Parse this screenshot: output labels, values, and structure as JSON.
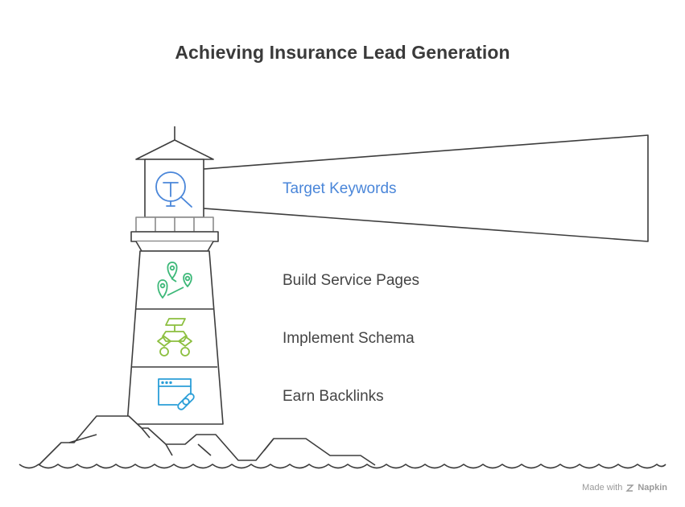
{
  "title": "Achieving Insurance Lead Generation",
  "steps": [
    {
      "label": "Target Keywords",
      "icon": "search-text-icon",
      "color": "#4a86d9"
    },
    {
      "label": "Build Service Pages",
      "icon": "map-pins-icon",
      "color": "#3cb878"
    },
    {
      "label": "Implement Schema",
      "icon": "flowchart-icon",
      "color": "#8cbf3f"
    },
    {
      "label": "Earn Backlinks",
      "icon": "browser-link-icon",
      "color": "#2b9fd8"
    }
  ],
  "footer": {
    "made_with": "Made with",
    "brand": "Napkin"
  },
  "colors": {
    "outline": "#3d3d3d",
    "title": "#3a3a3a",
    "label": "#444444"
  }
}
